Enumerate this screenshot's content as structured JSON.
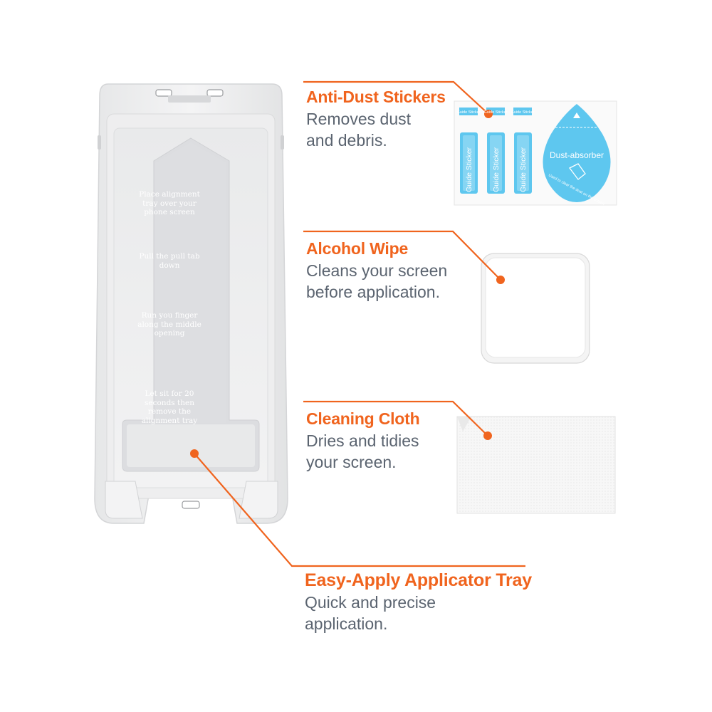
{
  "tray": {
    "steps": [
      "Place alignment tray over your phone screen",
      "Pull the pull tab down",
      "Run you finger along the middle opening",
      "Let sit for 20 seconds then remove the alignment tray"
    ]
  },
  "dust_stickers": {
    "guide_label": "Guide Sticker",
    "absorber_label": "Dust-absorber",
    "absorber_caption": "Used to clear the dust on the screen."
  },
  "callouts": {
    "dust": {
      "title": "Anti-Dust Stickers",
      "line1": "Removes dust",
      "line2": "and debris."
    },
    "wipe": {
      "title": "Alcohol Wipe",
      "line1": "Cleans your screen",
      "line2": "before application."
    },
    "cloth": {
      "title": "Cleaning Cloth",
      "line1": "Dries and tidies",
      "line2": "your screen."
    },
    "tray": {
      "title": "Easy-Apply Applicator Tray",
      "line1": "Quick and precise",
      "line2": "application."
    }
  },
  "colors": {
    "accent": "#f0641e",
    "text": "#5b6470",
    "sticker_blue": "#5ec7ef"
  }
}
